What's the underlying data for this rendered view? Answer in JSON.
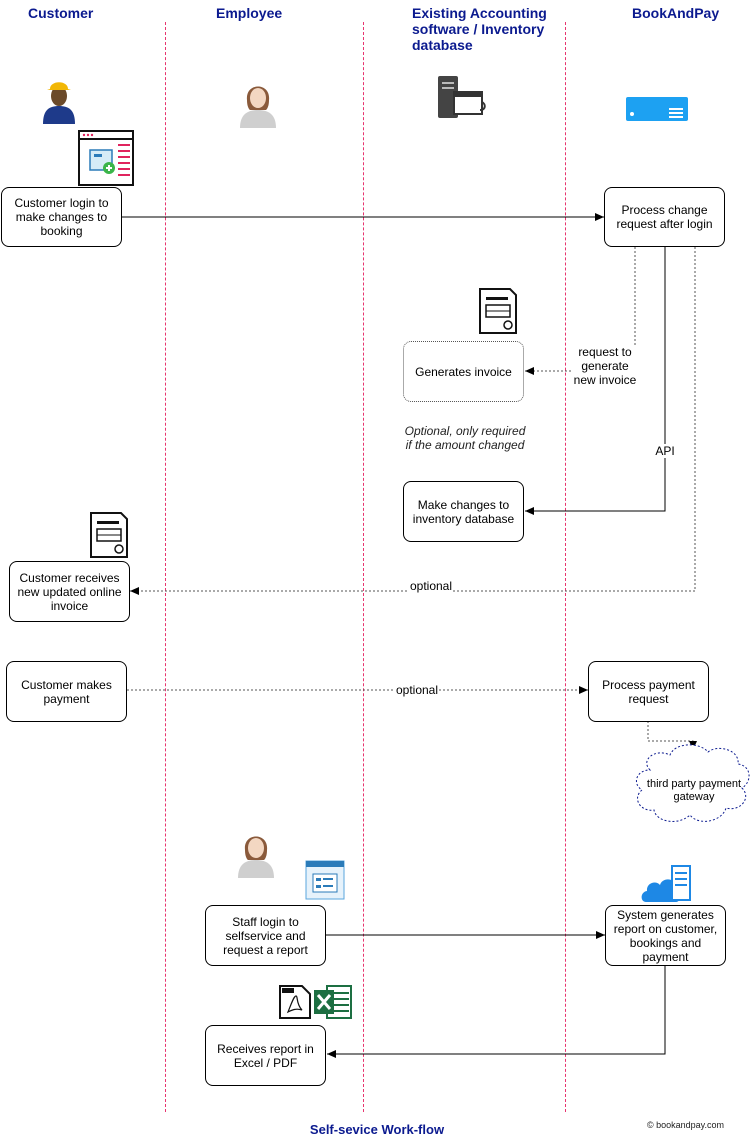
{
  "lanes": {
    "customer": "Customer",
    "employee": "Employee",
    "accounting": "Existing Accounting software / Inventory database",
    "bookandpay": "BookAndPay"
  },
  "boxes": {
    "customer_login": "Customer login to make changes to booking",
    "process_change": "Process change request after login",
    "generates_invoice": "Generates invoice",
    "make_changes_inventory": "Make changes to inventory database",
    "customer_receives_invoice": "Customer receives new updated online invoice",
    "customer_makes_payment": "Customer makes payment",
    "process_payment": "Process payment request",
    "third_party_gateway": "third party payment gateway",
    "staff_login": "Staff login to selfservice and request a report",
    "system_generates_report": "System generates report on customer, bookings and payment",
    "receives_report": "Receives report in Excel / PDF"
  },
  "edge_labels": {
    "request_generate": "request to generate new invoice",
    "api": "API",
    "optional_invoice": "optional",
    "optional_payment": "optional"
  },
  "notes": {
    "optional_amount": "Optional, only required if the amount changed"
  },
  "footer": {
    "title": "Self-sevice Work-flow",
    "copyright": "© bookandpay.com"
  },
  "colors": {
    "lane_title": "#0b1a8f",
    "lane_divider": "#e8356f"
  },
  "icons": [
    "customer-worker-icon",
    "employee-person-icon",
    "server-window-icon",
    "bookandpay-server-icon",
    "web-form-icon",
    "invoice-document-icon",
    "calendar-form-icon",
    "cloud-server-icon",
    "pdf-file-icon",
    "excel-file-icon"
  ]
}
